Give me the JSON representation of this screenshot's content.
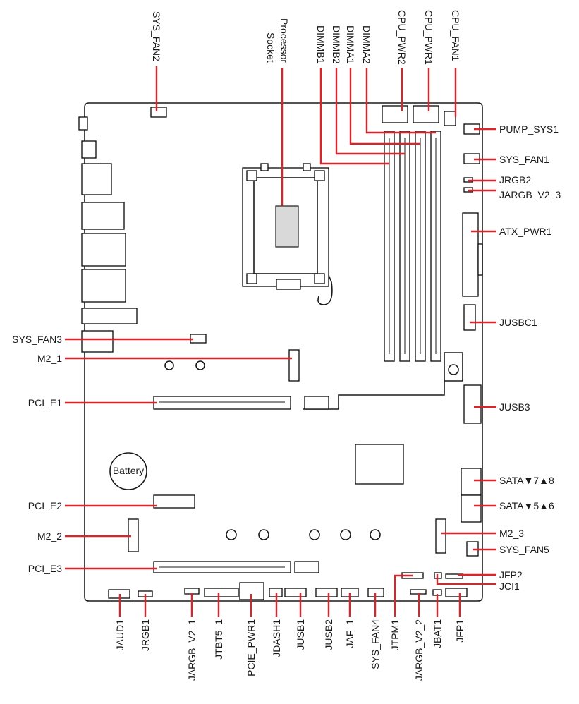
{
  "labels": {
    "left": [
      "SYS_FAN3",
      "M2_1",
      "PCI_E1",
      "PCI_E2",
      "M2_2",
      "PCI_E3"
    ],
    "right": [
      "PUMP_SYS1",
      "SYS_FAN1",
      "JRGB2",
      "JARGB_V2_3",
      "ATX_PWR1",
      "JUSBC1",
      "JUSB3",
      "SATA▼7▲8",
      "SATA▼5▲6",
      "M2_3",
      "SYS_FAN5",
      "JFP2",
      "JCI1"
    ],
    "top": [
      "SYS_FAN2",
      "Processor",
      "Socket",
      "DIMMB1",
      "DIMMB2",
      "DIMMA1",
      "DIMMA2",
      "CPU_PWR2",
      "CPU_PWR1",
      "CPU_FAN1"
    ],
    "bottom": [
      "JAUD1",
      "JRGB1",
      "JARGB_V2_1",
      "JTBT5_1",
      "PCIE_PWR1",
      "JDASH1",
      "JUSB1",
      "JUSB2",
      "JAF_1",
      "SYS_FAN4",
      "JTPM1",
      "JARGB_V2_2",
      "JBAT1",
      "JFP1"
    ]
  },
  "battery_label": "Battery",
  "colors": {
    "leader": "#d6262c",
    "outline": "#1a1a1a"
  }
}
